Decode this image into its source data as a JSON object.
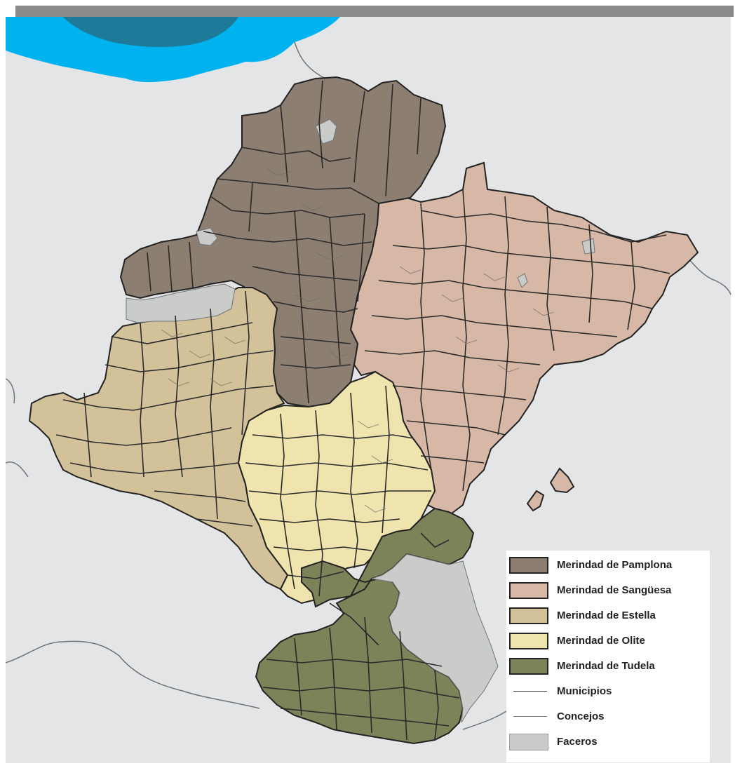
{
  "colors": {
    "background": "#e4e5e6",
    "sea_light": "#00b2ee",
    "sea_dark": "#1d7a99",
    "border_lines": "#6f7376",
    "pamplona": "#8c7f71",
    "sanguesa": "#d7b8a6",
    "estella": "#d3c19a",
    "olite": "#efe4ae",
    "tudela": "#7d8259",
    "faceros": "#c9ccc9"
  },
  "legend": {
    "pamplona": "Merindad de Pamplona",
    "sanguesa": "Merindad de Sangüesa",
    "estella": "Merindad de Estella",
    "olite": "Merindad de Olite",
    "tudela": "Merindad de Tudela",
    "municipios": "Municipios",
    "concejos": "Concejos",
    "faceros": "Faceros"
  }
}
